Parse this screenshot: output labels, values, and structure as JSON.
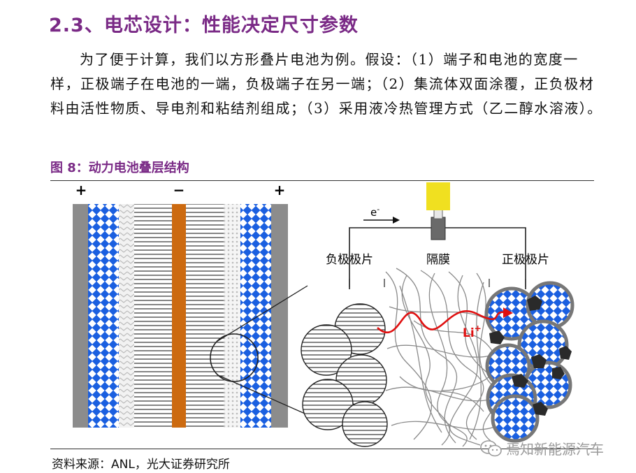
{
  "heading": "2.3、电芯设计：性能决定尺寸参数",
  "paragraph": "为了便于计算，我们以方形叠片电池为例。假设：（1）端子和电池的宽度一样，正极端子在电池的一端，负极端子在另一端；（2）集流体双面涂覆，正负极材料由活性物质、导电剂和粘结剂组成；（3）采用液冷热管理方式（乙二醇水溶液）。",
  "figure": {
    "caption": "图 8：动力电池叠层结构",
    "terminals": {
      "left": "+",
      "middle": "−",
      "right": "+"
    },
    "electron_label": "e",
    "electron_sup": "-",
    "anode_label": "负极极片",
    "separator_label": "隔膜",
    "cathode_label": "正极极片",
    "ion_label": "Li",
    "ion_sup": "+"
  },
  "source": "资料来源：ANL，光大证券研究所",
  "watermark": "焉知新能源汽车",
  "colors": {
    "heading": "#7a2a86",
    "foil": "#888888",
    "cathode_blue": "#1a5fe0",
    "copper": "#cc6a10",
    "arrow": "#e01010",
    "bulb": "#f0e020"
  }
}
